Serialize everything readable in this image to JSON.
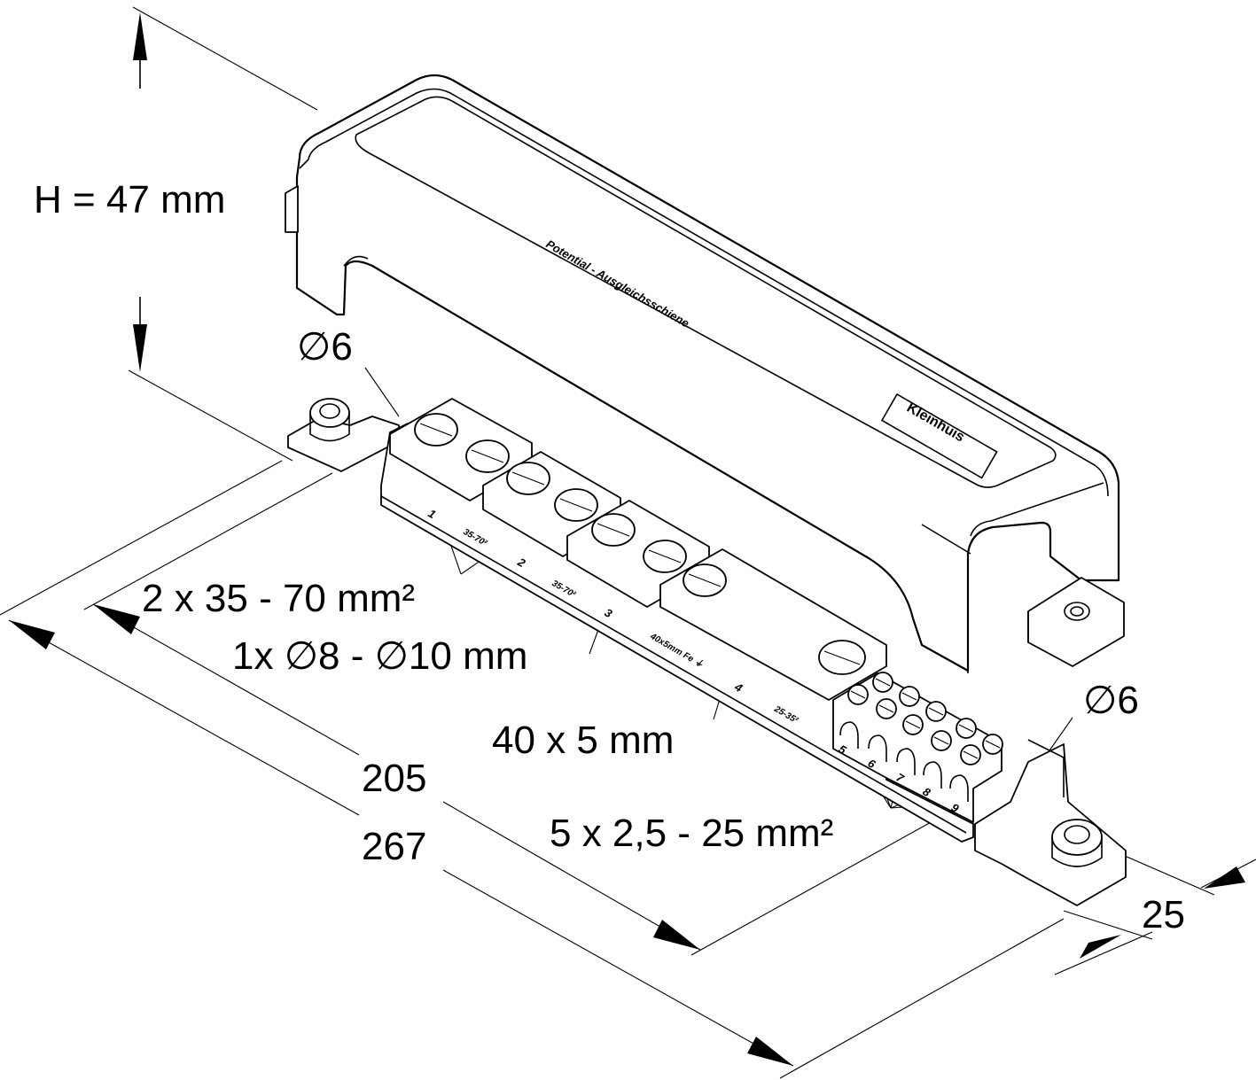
{
  "dimensions": {
    "height": "H = 47 mm",
    "diameter_left": "∅6",
    "diameter_right": "∅6",
    "clamp_main": "2 x 35 - 70 mm²",
    "clamp_round": "1x  ∅8 -  ∅10 mm",
    "flat_bar": "40 x 5 mm",
    "length_inner": "205",
    "length_outer": "267",
    "small_terminals": "5 x 2,5 - 25 mm²",
    "width": "25"
  },
  "cover": {
    "title": "Potential - Ausgleichsschiene",
    "brand": "Kleinhuis"
  },
  "terminal_markings": {
    "t1": "1",
    "t1_range": "35-70²",
    "t2": "2",
    "t2_range": "35-70²",
    "t3": "3",
    "t3_range": "40x5mm Fe ⏚",
    "t4": "4",
    "t4_range": "25-35²",
    "t5": "5",
    "t6": "6",
    "t7": "7",
    "t8": "8",
    "t9": "9"
  }
}
